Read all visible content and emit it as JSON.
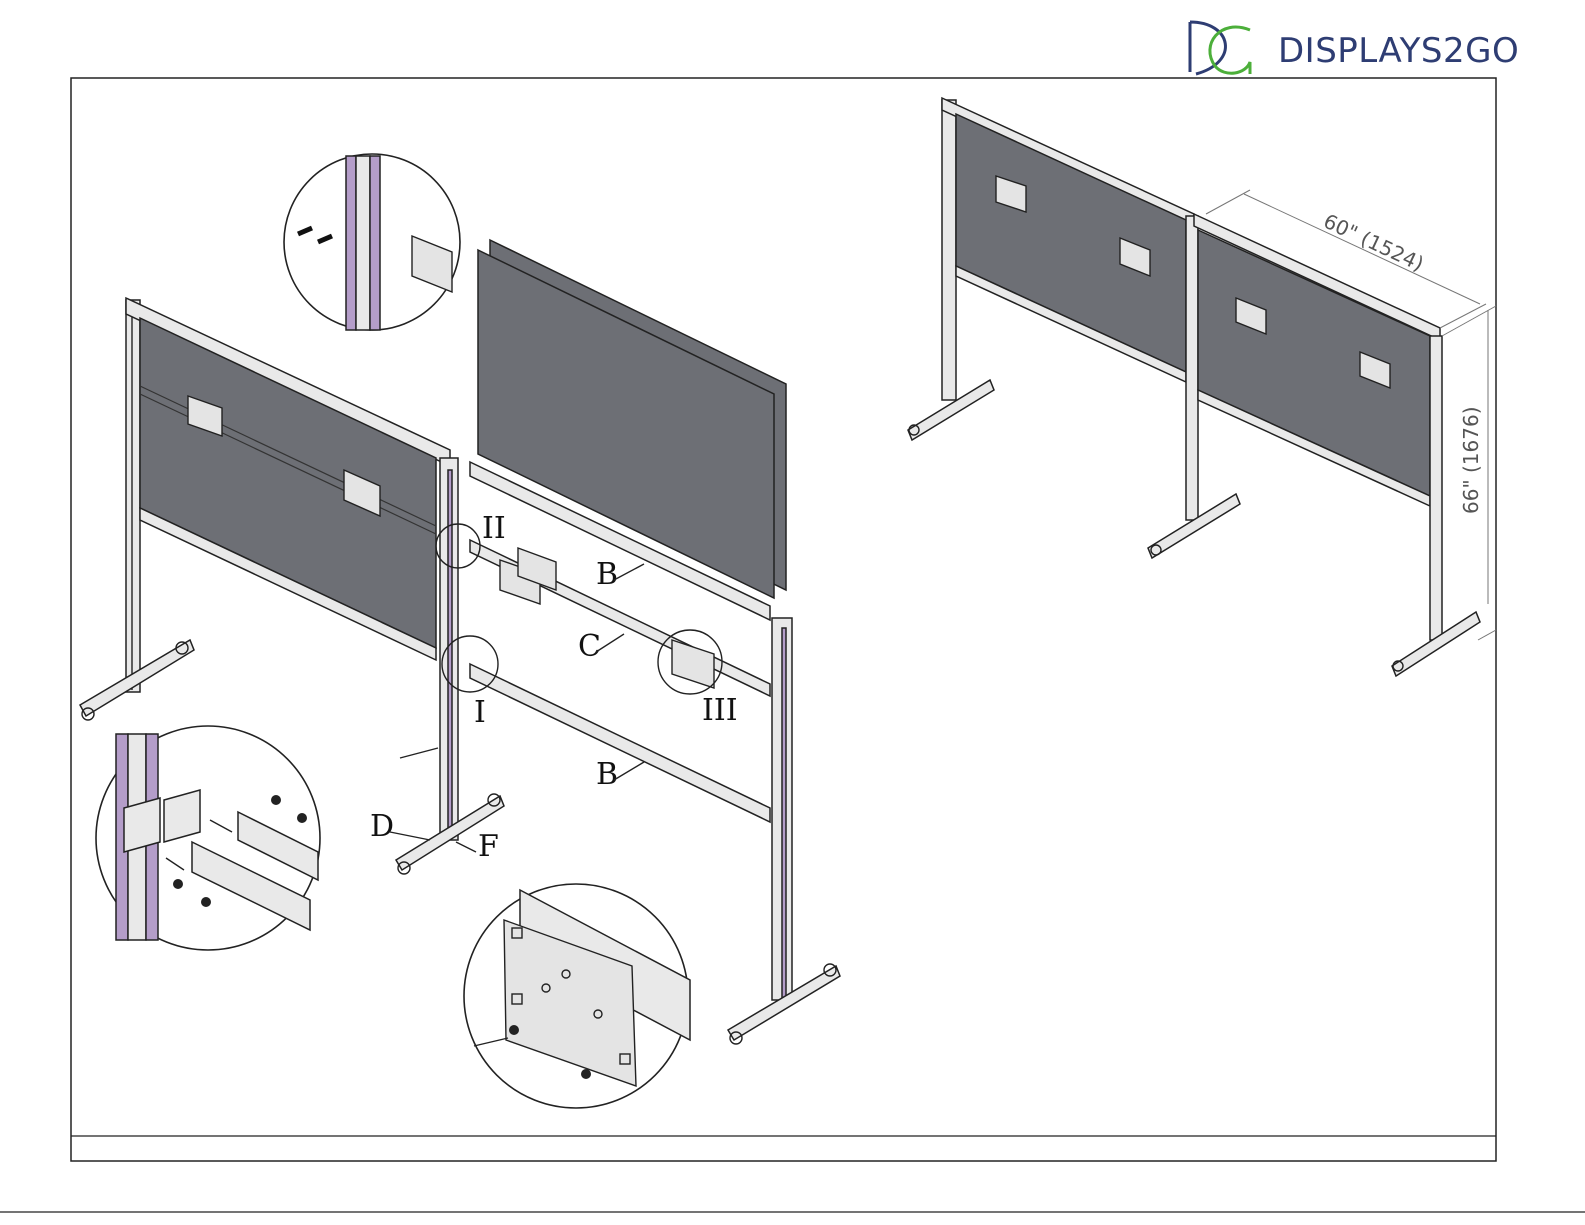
{
  "brand": {
    "logo_letters": "DG",
    "name": "DISPLAYS2GO",
    "colors": {
      "blue": "#2e3d73",
      "green": "#4caf3a"
    }
  },
  "callouts": {
    "detail_one": "I",
    "detail_two": "II",
    "detail_three": "III",
    "part_b_upper": "B",
    "part_b_lower": "B",
    "part_c": "C",
    "part_d": "D",
    "part_f": "F"
  },
  "dimensions": {
    "width": "60\" (1524)",
    "height": "66\" (1676)"
  },
  "colors": {
    "panel": "#6d6f75",
    "frame": "#e9e9e9",
    "accent": "#b49dc9",
    "outline": "#222222"
  }
}
